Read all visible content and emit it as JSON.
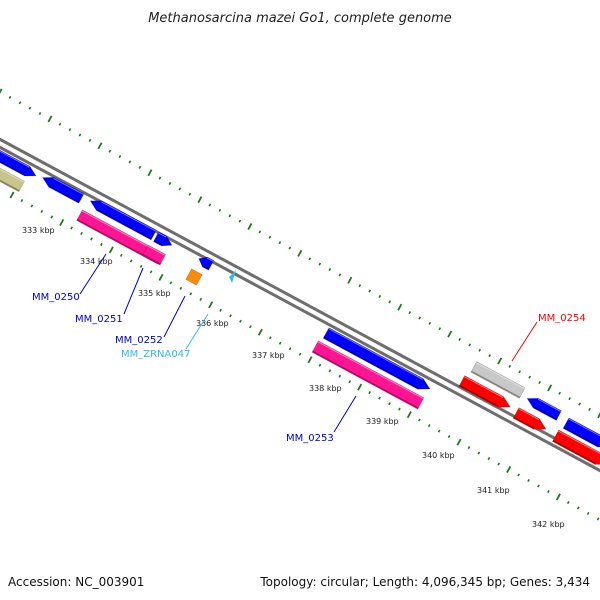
{
  "title": "Methanosarcina mazei Go1, complete genome",
  "footer": {
    "accession": "Accession: NC_003901",
    "summary": "Topology: circular; Length: 4,096,345 bp; Genes: 3,434"
  },
  "colors": {
    "backbone": "#7a7a7a",
    "tick": "#1a7a1a",
    "cds": "#0000ff",
    "rrna_like": "#ff1493",
    "selected": "#ff0000",
    "trna": "#ff8c00",
    "ncrna": "#33bbee",
    "pseudo": "#c8c8c8",
    "other": "#c8c48a"
  },
  "kbp_ticks": [
    "333 kbp",
    "334 kbp",
    "335 kbp",
    "336 kbp",
    "337 kbp",
    "338 kbp",
    "339 kbp",
    "340 kbp",
    "341 kbp",
    "342 kbp"
  ],
  "gene_labels": [
    {
      "id": "MM_0250",
      "text": "MM_0250",
      "color": "#0000cc"
    },
    {
      "id": "MM_0251",
      "text": "MM_0251",
      "color": "#0000cc"
    },
    {
      "id": "MM_0252",
      "text": "MM_0252",
      "color": "#0000cc"
    },
    {
      "id": "MM_ZRNA047",
      "text": "MM_ZRNA047",
      "color": "#33bbee"
    },
    {
      "id": "MM_0253",
      "text": "MM_0253",
      "color": "#0000cc"
    },
    {
      "id": "MM_0254",
      "text": "MM_0254",
      "color": "#ff0000"
    }
  ]
}
